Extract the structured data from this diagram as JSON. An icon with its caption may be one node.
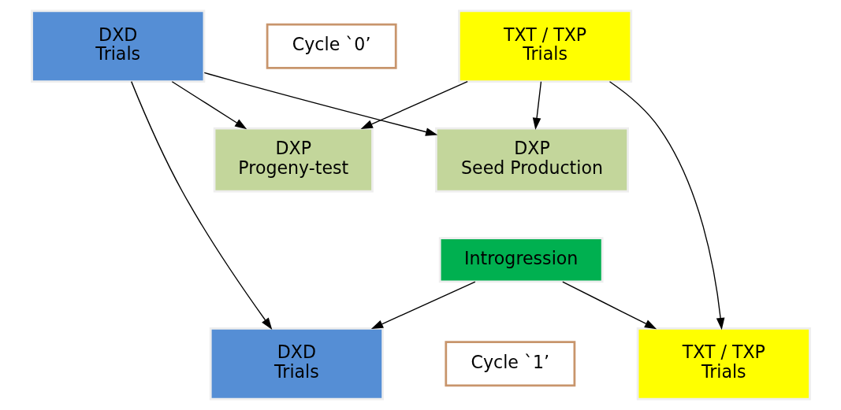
{
  "diagram": {
    "nodes": [
      {
        "text": [
          "DXD",
          "Trials"
        ]
      },
      {
        "text": [
          "Cycle `0’"
        ]
      },
      {
        "text": [
          "TXT / TXP",
          "Trials"
        ]
      },
      {
        "text": [
          "DXP",
          "Progeny-test"
        ]
      },
      {
        "text": [
          "DXP",
          "Seed Production"
        ]
      },
      {
        "text": [
          "Introgression"
        ]
      },
      {
        "text": [
          "DXD",
          "Trials"
        ]
      },
      {
        "text": [
          "Cycle `1’"
        ]
      },
      {
        "text": [
          "TXT / TXP",
          "Trials"
        ]
      }
    ],
    "edges": [
      {
        "from": 0,
        "to": 3,
        "arrow": "to"
      },
      {
        "from": 0,
        "to": 4,
        "arrow": "to"
      },
      {
        "from": 2,
        "to": 3,
        "arrow": "to"
      },
      {
        "from": 2,
        "to": 4,
        "arrow": "to"
      },
      {
        "from": 0,
        "to": 6,
        "arrow": "to"
      },
      {
        "from": 2,
        "to": 8,
        "arrow": "to"
      },
      {
        "from": 5,
        "to": 6,
        "arrow": "to"
      },
      {
        "from": 5,
        "to": 8,
        "arrow": "to"
      }
    ]
  }
}
